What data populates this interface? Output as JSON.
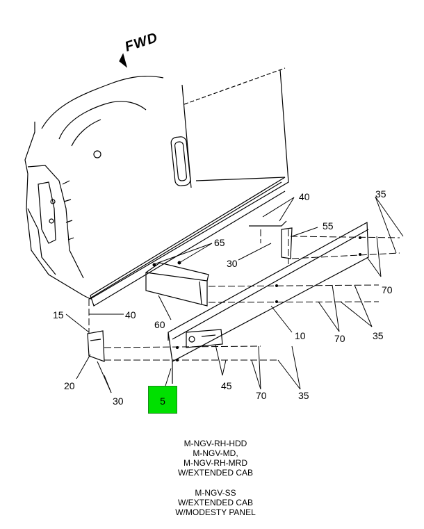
{
  "direction_label": "FWD",
  "callouts": {
    "c40_top": "40",
    "c35_top": "35",
    "c55": "55",
    "c65": "65",
    "c30_mid": "30",
    "c70_right": "70",
    "c15": "15",
    "c40_left": "40",
    "c60": "60",
    "c10": "10",
    "c70_mid": "70",
    "c35_mid": "35",
    "c20": "20",
    "c45": "45",
    "c30_bottom": "30",
    "c70_bottom": "70",
    "c35_bottom": "35"
  },
  "highlighted_callout": {
    "label": "5",
    "color": "#00e000"
  },
  "notes_group_1": [
    "M-NGV-RH-HDD",
    "M-NGV-MD,",
    "M-NGV-RH-MRD",
    "W/EXTENDED CAB"
  ],
  "notes_group_2": [
    "M-NGV-SS",
    "W/EXTENDED CAB",
    "W/MODESTY PANEL"
  ]
}
